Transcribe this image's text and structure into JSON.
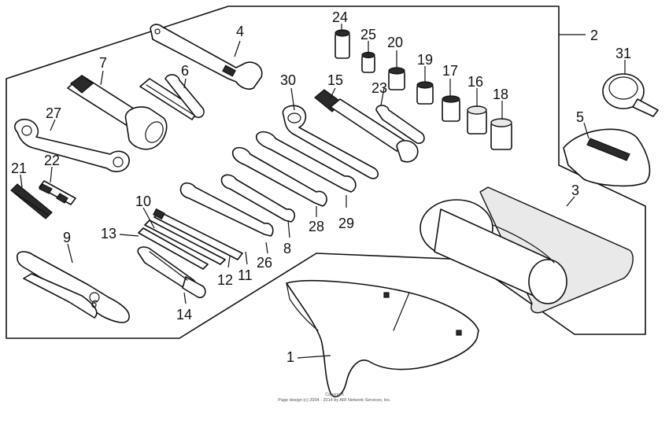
{
  "diagram": {
    "callouts": [
      {
        "id": "c1",
        "text": "1"
      },
      {
        "id": "c2",
        "text": "2"
      },
      {
        "id": "c3",
        "text": "3"
      },
      {
        "id": "c4",
        "text": "4"
      },
      {
        "id": "c5",
        "text": "5"
      },
      {
        "id": "c6",
        "text": "6"
      },
      {
        "id": "c7",
        "text": "7"
      },
      {
        "id": "c8",
        "text": "8"
      },
      {
        "id": "c9",
        "text": "9"
      },
      {
        "id": "c10",
        "text": "10"
      },
      {
        "id": "c11",
        "text": "11"
      },
      {
        "id": "c12",
        "text": "12"
      },
      {
        "id": "c13",
        "text": "13"
      },
      {
        "id": "c14",
        "text": "14"
      },
      {
        "id": "c15",
        "text": "15"
      },
      {
        "id": "c16",
        "text": "16"
      },
      {
        "id": "c17",
        "text": "17"
      },
      {
        "id": "c18",
        "text": "18"
      },
      {
        "id": "c19",
        "text": "19"
      },
      {
        "id": "c20",
        "text": "20"
      },
      {
        "id": "c21",
        "text": "21"
      },
      {
        "id": "c22",
        "text": "22"
      },
      {
        "id": "c23",
        "text": "23"
      },
      {
        "id": "c24",
        "text": "24"
      },
      {
        "id": "c25",
        "text": "25"
      },
      {
        "id": "c26",
        "text": "26"
      },
      {
        "id": "c27",
        "text": "27"
      },
      {
        "id": "c28",
        "text": "28"
      },
      {
        "id": "c29",
        "text": "29"
      },
      {
        "id": "c30",
        "text": "30"
      },
      {
        "id": "c31",
        "text": "31"
      }
    ],
    "copyright_line1": "Copyright",
    "copyright_line2": "Page design (c) 2004 - 2014 by ARI Network Services, Inc."
  },
  "colors": {
    "ink": "#111111",
    "background": "#ffffff"
  }
}
